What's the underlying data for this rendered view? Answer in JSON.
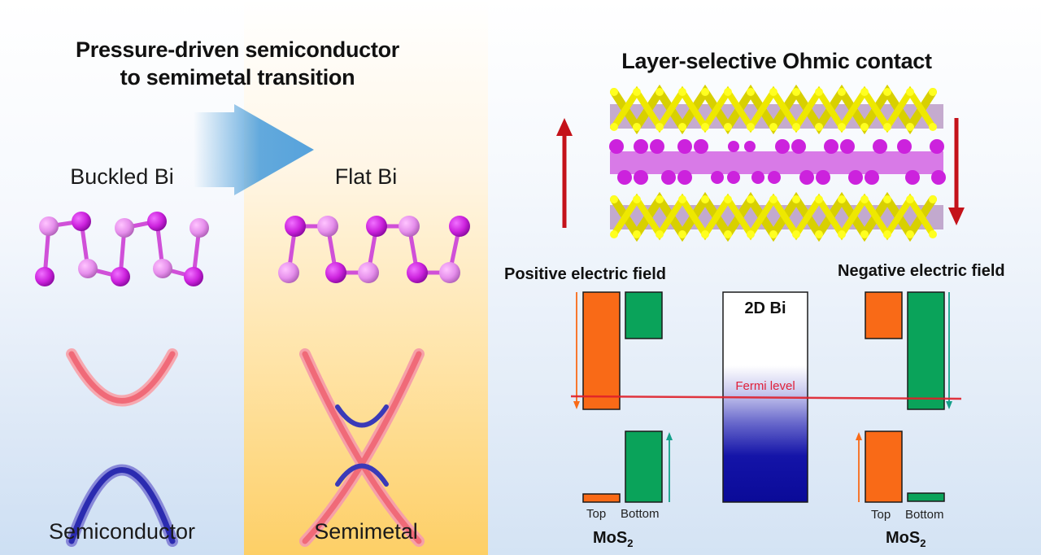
{
  "left_section": {
    "title_line1": "Pressure-driven semiconductor",
    "title_line2": "to semimetal transition",
    "buckled_label": "Buckled Bi",
    "flat_label": "Flat Bi",
    "semiconductor_label": "Semiconductor",
    "semimetal_label": "Semimetal"
  },
  "right_section": {
    "title": "Layer-selective Ohmic contact",
    "positive_field_label": "Positive electric field",
    "negative_field_label": "Negative electric field",
    "bi_label": "2D Bi",
    "fermi_label": "Fermi level",
    "positive_top_label": "Top",
    "positive_bottom_label": "Bottom",
    "negative_top_label": "Top",
    "negative_bottom_label": "Bottom",
    "mos2_main": "MoS",
    "mos2_sub": "2"
  },
  "colors": {
    "orange": "#f96a17",
    "green": "#0aa35a",
    "fermi_red": "#e0202a",
    "arrow_red": "#c4121a",
    "bi_dark": "#cc22dd",
    "bi_light": "#e890ee",
    "sulfur_yellow": "#e8e000",
    "conduction_pink": "#f06a78",
    "valence_blue": "#2b2bb0"
  }
}
